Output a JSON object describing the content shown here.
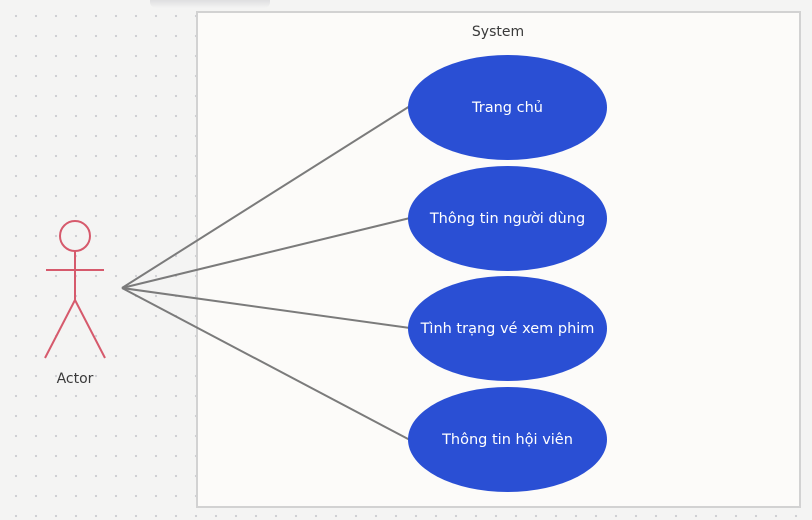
{
  "diagram": {
    "system": {
      "label": "System"
    },
    "actor": {
      "label": "Actor"
    },
    "use_cases": [
      {
        "label": "Trang chủ"
      },
      {
        "label": "Thông tin người dùng"
      },
      {
        "label": "Tình trạng vé xem phim"
      },
      {
        "label": "Thông tin hội viên"
      }
    ],
    "colors": {
      "use_case_fill": "#2a4fd4",
      "use_case_text": "#ffffff",
      "actor_stroke": "#d65a6c",
      "connector": "#7b7b7b",
      "system_border": "#d2d2d2"
    }
  }
}
